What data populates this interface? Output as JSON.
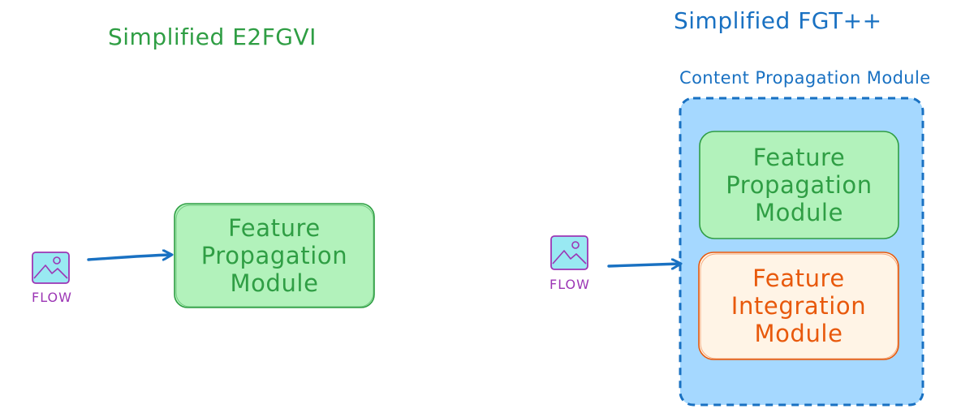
{
  "colors": {
    "green_text": "#2f9e44",
    "green_fill": "#b2f2bb",
    "blue_text": "#1971c2",
    "blue_fill": "#a5d8ff",
    "orange_text": "#e8590c",
    "orange_fill": "#ffec99",
    "purple_text": "#9c36b5",
    "image_icon_fill": "#99e9f2",
    "arrow": "#1971c2"
  },
  "left_diagram": {
    "title": "Simplified E2FGVI",
    "input": {
      "label": "FLOW",
      "icon": "image-icon"
    },
    "module": {
      "line1": "Feature",
      "line2": "Propagation",
      "line3": "Module"
    }
  },
  "right_diagram": {
    "title": "Simplified FGT++",
    "input": {
      "label": "FLOW",
      "icon": "image-icon"
    },
    "group": {
      "label": "Content Propagation Module",
      "modules": [
        {
          "line1": "Feature",
          "line2": "Propagation",
          "line3": "Module"
        },
        {
          "line1": "Feature",
          "line2": "Integration",
          "line3": "Module"
        }
      ]
    }
  }
}
